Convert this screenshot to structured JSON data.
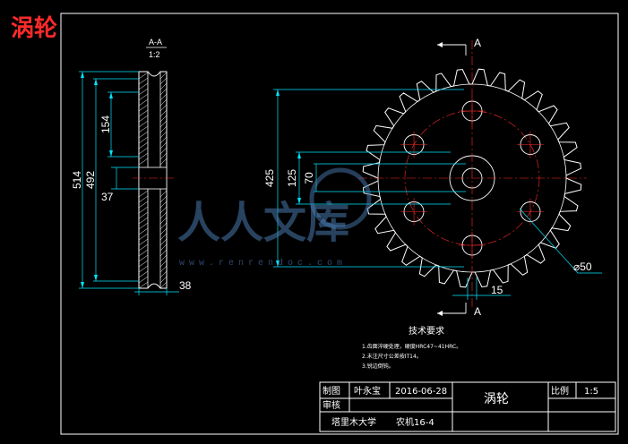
{
  "title": "涡轮",
  "section": {
    "label": "A-A",
    "scale": "1:2"
  },
  "cut_marker": "A",
  "dims": {
    "d514": "514",
    "d492": "492",
    "d154": "154",
    "d37": "37",
    "d38": "38",
    "d425": "425",
    "d125": "125",
    "d70": "70",
    "d15": "15",
    "phi50": "⌀50"
  },
  "notes": {
    "heading": "技术要求",
    "lines": [
      "1.齿面淬硬处理，硬度HRC47~41HRC。",
      "2.未注尺寸公差按IT14。",
      "3.锐边倒钝。"
    ]
  },
  "title_block": {
    "drawn_label": "制图",
    "drawn_name": "叶永宝",
    "date": "2016-06-28",
    "check_label": "审核",
    "part_name": "涡轮",
    "scale_label": "比例",
    "scale_value": "1:5",
    "school": "塔里木大学",
    "class": "农机16-4"
  },
  "watermark": {
    "text": "人人文库",
    "url": "www.renrendoc.com"
  },
  "colors": {
    "title": "#ff2a2a",
    "dimension": "#00e5ff",
    "centerline": "#ff2a2a",
    "outline": "#ffffff",
    "watermark": "#4a7ab0"
  }
}
